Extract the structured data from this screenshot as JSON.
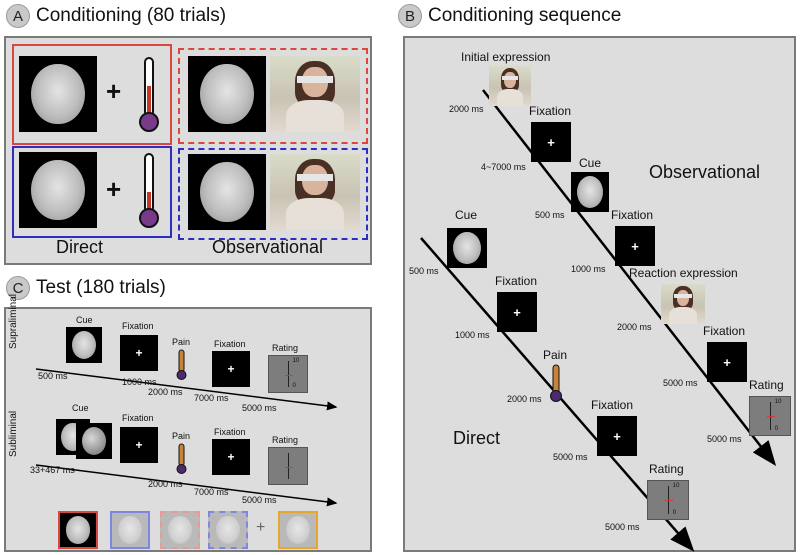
{
  "panelA": {
    "letter": "A",
    "title": "Conditioning (80 trials)",
    "label_direct": "Direct",
    "label_observational": "Observational"
  },
  "panelB": {
    "letter": "B",
    "title": "Conditioning sequence",
    "obs": {
      "initial": "Initial expression",
      "t_initial": "2000 ms",
      "fix1": "Fixation",
      "t_fix1": "4~7000 ms",
      "cue": "Cue",
      "t_cue": "500 ms",
      "fix2": "Fixation",
      "t_fix2": "1000 ms",
      "reaction": "Reaction expression",
      "t_reaction": "2000 ms",
      "fix3": "Fixation",
      "t_fix3": "5000 ms",
      "rating": "Rating",
      "t_rating": "5000 ms",
      "label": "Observational"
    },
    "dir": {
      "cue": "Cue",
      "t_cue": "500 ms",
      "fix1": "Fixation",
      "t_fix1": "1000 ms",
      "pain": "Pain",
      "t_pain": "2000 ms",
      "fix2": "Fixation",
      "t_fix2": "5000 ms",
      "rating": "Rating",
      "t_rating": "5000 ms",
      "label": "Direct"
    },
    "scale_top": "10",
    "scale_bottom": "0",
    "plus": "+"
  },
  "panelC": {
    "letter": "C",
    "title": "Test (180 trials)",
    "supra": {
      "label": "Supraliminal",
      "cue": "Cue",
      "t_cue": "500 ms",
      "fix1": "Fixation",
      "t_fix1": "1000 ms",
      "pain": "Pain",
      "t_pain": "2000 ms",
      "fix2": "Fixation",
      "t_fix2": "7000 ms",
      "rating": "Rating",
      "t_rating": "5000 ms"
    },
    "sub": {
      "label": "Subliminal",
      "cue": "Cue",
      "t_cue": "33+467 ms",
      "fix1": "Fixation",
      "t_fix1": "",
      "pain": "Pain",
      "t_pain": "2000 ms",
      "fix2": "Fixation",
      "t_fix2": "7000 ms",
      "rating": "Rating",
      "t_rating": "5000 ms"
    },
    "plus": "+"
  },
  "colors": {
    "red": "#d9473f",
    "blue": "#2d2dc0",
    "yellow": "#e8a72a",
    "panel_bg": "#dddddd",
    "panel_border": "#7a7a7a"
  }
}
